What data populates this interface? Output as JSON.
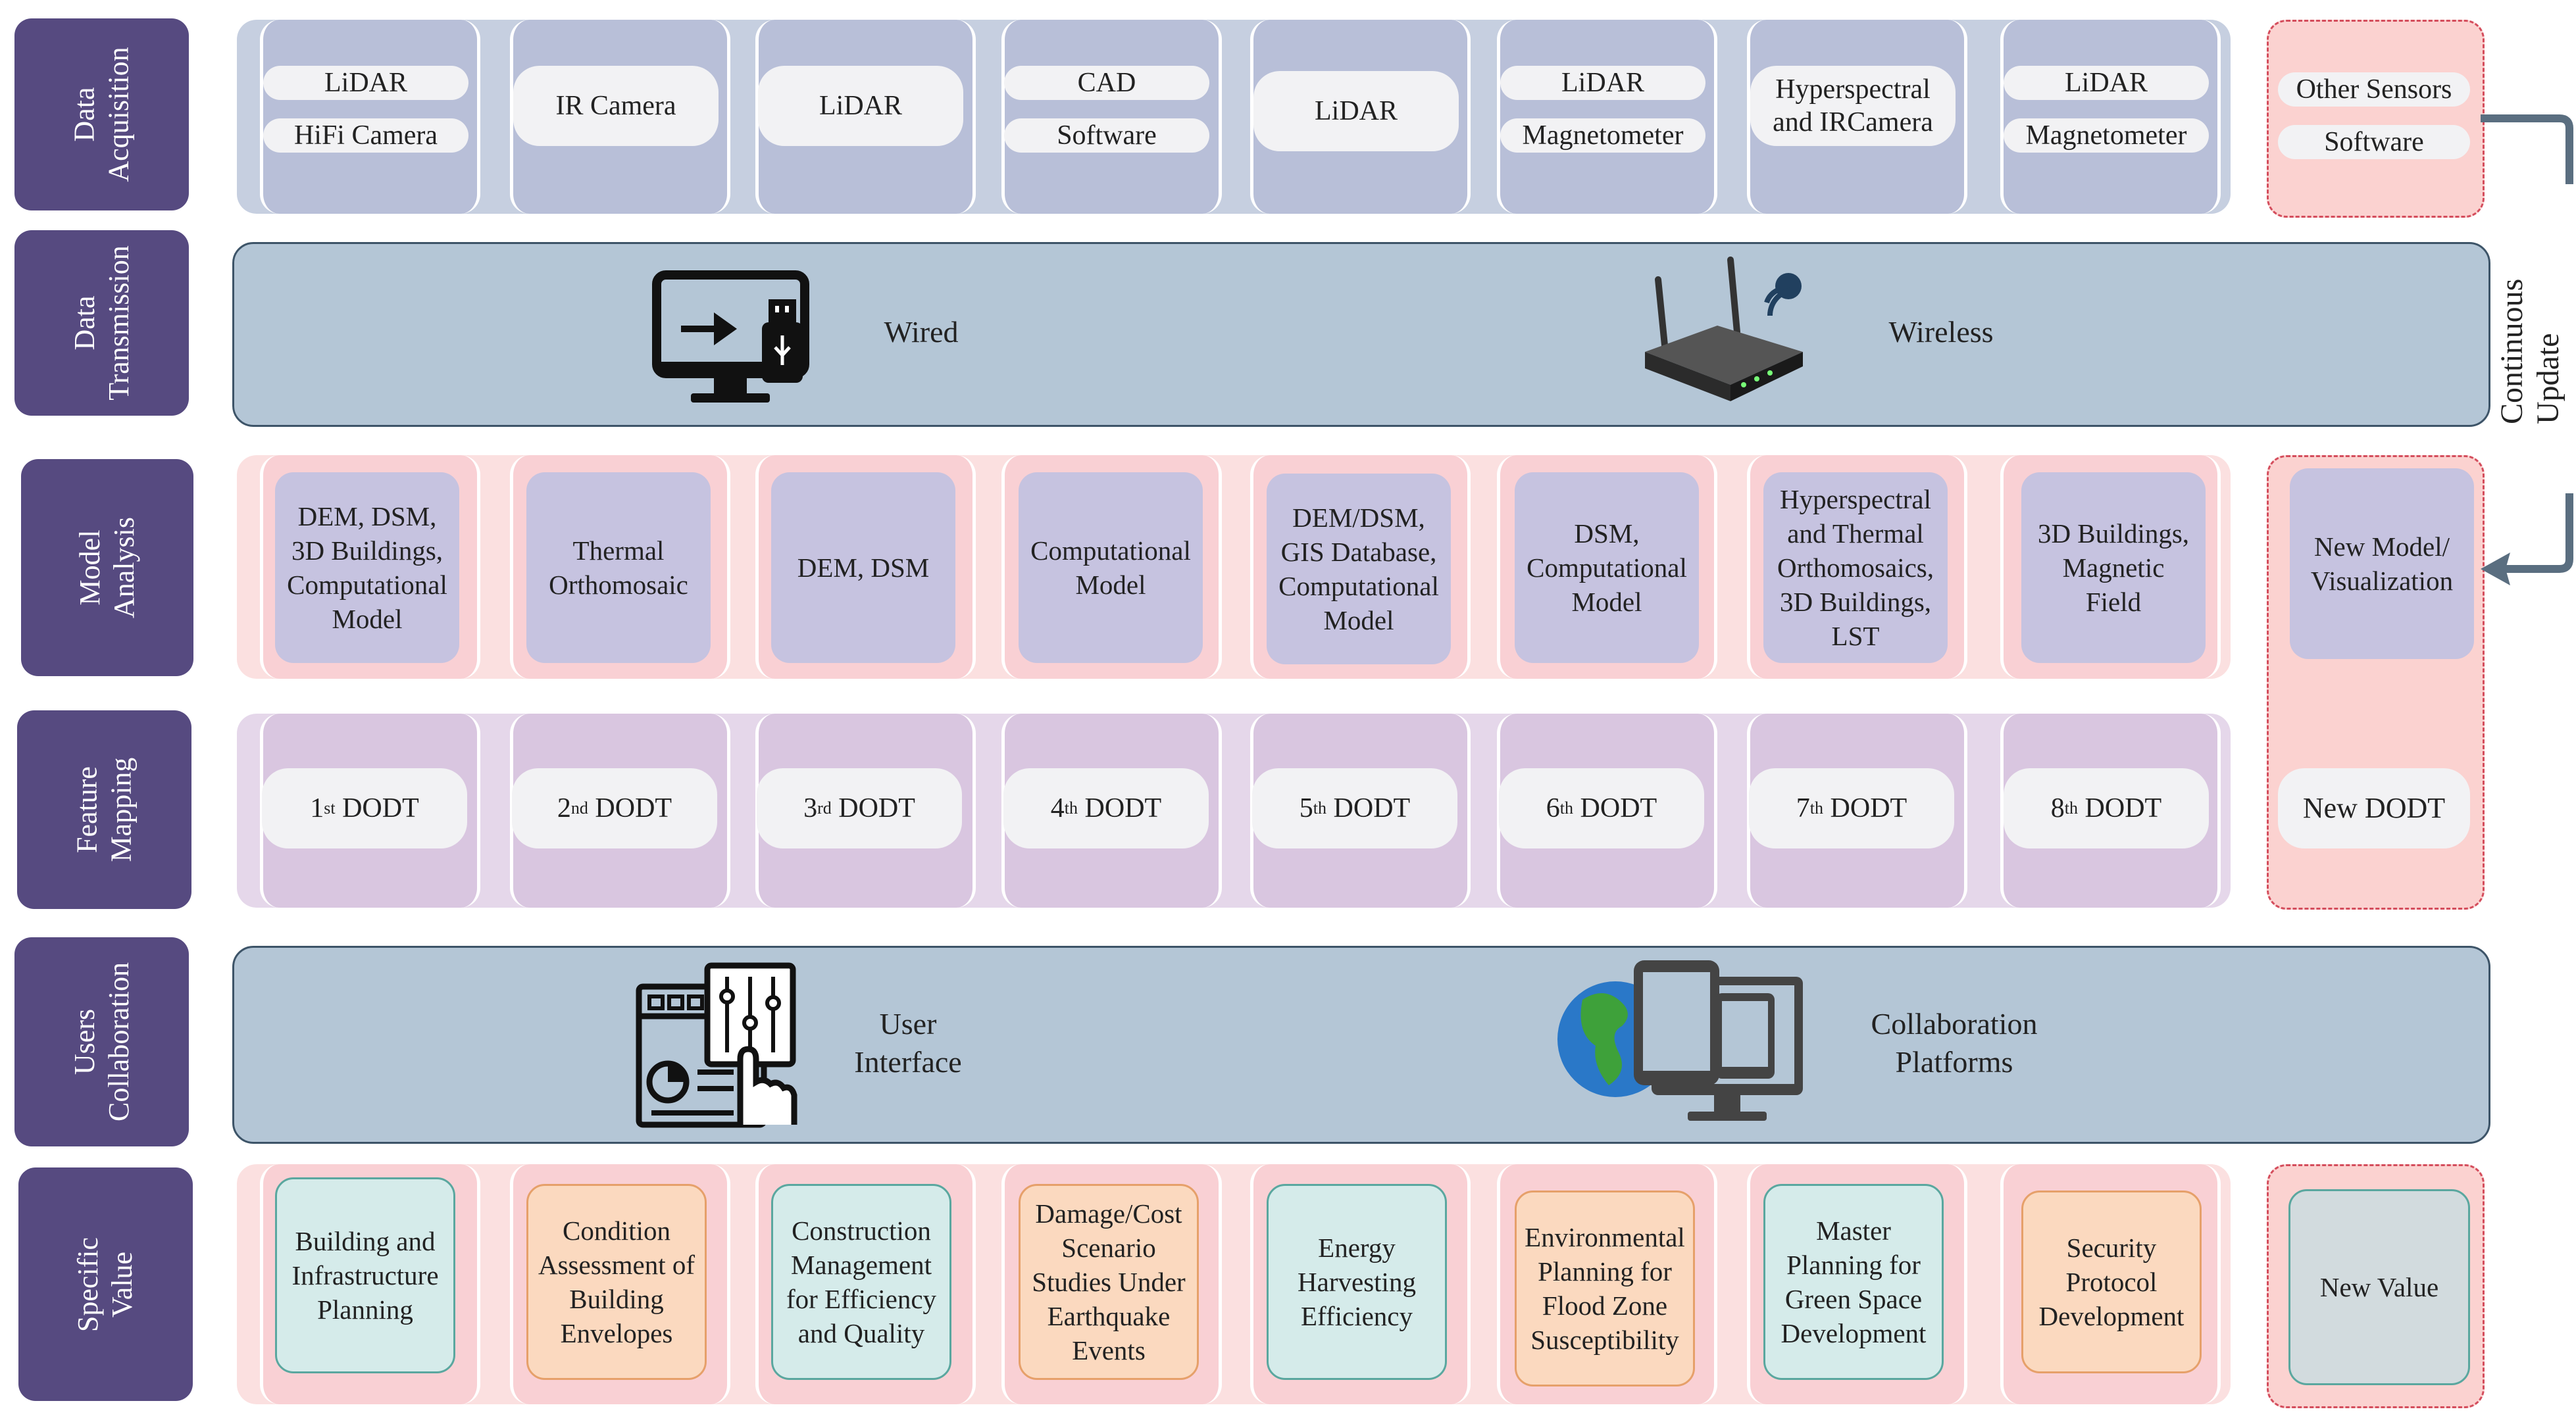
{
  "rows": [
    {
      "label": "Data\nAcquisition"
    },
    {
      "label": "Data\nTransmission"
    },
    {
      "label": "Model\nAnalysis"
    },
    {
      "label": "Feature\nMapping"
    },
    {
      "label": "Users\nCollaboration"
    },
    {
      "label": "Specific\nValue"
    }
  ],
  "acquisition": [
    {
      "top": "LiDAR",
      "bottom": "HiFi Camera"
    },
    {
      "single": "IR Camera"
    },
    {
      "single": "LiDAR"
    },
    {
      "top": "CAD",
      "bottom": "Software"
    },
    {
      "single": "LiDAR"
    },
    {
      "top": "LiDAR",
      "bottom": "Magnetometer"
    },
    {
      "single": "Hyperspectral\nand IRCamera"
    },
    {
      "top": "LiDAR",
      "bottom": "Magnetometer"
    }
  ],
  "acquisition_new": {
    "top": "Other Sensors",
    "bottom": "Software"
  },
  "transmission": {
    "wired": "Wired",
    "wireless": "Wireless"
  },
  "continuous_update": "Continuous Update",
  "models": [
    "DEM, DSM,\n3D Buildings,\nComputational\nModel",
    "Thermal\nOrthomosaic",
    "DEM, DSM",
    "Computational\nModel",
    "DEM/DSM,\nGIS Database,\nComputational\nModel",
    "DSM,\nComputational\nModel",
    "Hyperspectral\nand Thermal\nOrthomosaics,\n3D Buildings,\nLST",
    "3D Buildings,\nMagnetic\nField"
  ],
  "model_new": "New Model/\nVisualization",
  "dodt": [
    {
      "num": "1",
      "sup": "st",
      "suffix": " DODT"
    },
    {
      "num": "2",
      "sup": "nd",
      "suffix": " DODT"
    },
    {
      "num": "3",
      "sup": "rd",
      "suffix": " DODT"
    },
    {
      "num": "4",
      "sup": "th",
      "suffix": " DODT"
    },
    {
      "num": "5",
      "sup": "th",
      "suffix": " DODT"
    },
    {
      "num": "6",
      "sup": "th",
      "suffix": " DODT"
    },
    {
      "num": "7",
      "sup": "th",
      "suffix": " DODT"
    },
    {
      "num": "8",
      "sup": "th",
      "suffix": " DODT"
    }
  ],
  "dodt_new": "New DODT",
  "collaboration": {
    "ui": "User\nInterface",
    "platforms": "Collaboration\nPlatforms"
  },
  "values": [
    {
      "text": "Building and\nInfrastructure\nPlanning",
      "style": "teal"
    },
    {
      "text": "Condition\nAssessment of\nBuilding\nEnvelopes",
      "style": "orange"
    },
    {
      "text": "Construction\nManagement\nfor Efficiency\nand Quality",
      "style": "teal"
    },
    {
      "text": "Damage/Cost\nScenario\nStudies Under\nEarthquake\nEvents",
      "style": "orange"
    },
    {
      "text": "Energy\nHarvesting\nEfficiency",
      "style": "teal"
    },
    {
      "text": "Environmental\nPlanning for\nFlood Zone\nSusceptibility",
      "style": "orange"
    },
    {
      "text": "Master\nPlanning for\nGreen Space\nDevelopment",
      "style": "teal"
    },
    {
      "text": "Security\nProtocol\nDevelopment",
      "style": "orange"
    }
  ],
  "value_new": "New Value",
  "colors": {
    "label_bg": "#564a80",
    "wide_band": "#b4c6d6",
    "dashed_border": "#d44d5c"
  }
}
